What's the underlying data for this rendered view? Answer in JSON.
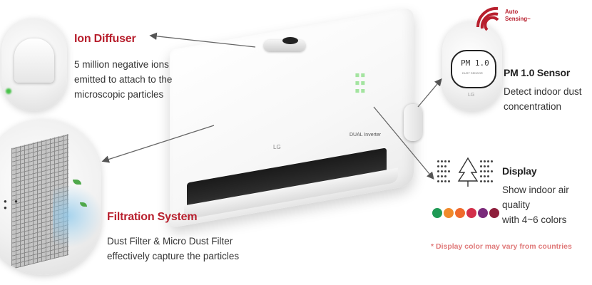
{
  "features": {
    "ion_diffuser": {
      "title": "Ion Diffuser",
      "desc_lines": [
        "5 million negative ions",
        "emitted to attach to the",
        "microscopic particles"
      ]
    },
    "filtration": {
      "title": "Filtration System",
      "desc_lines": [
        "Dust Filter & Micro Dust Filter",
        "effectively capture the particles"
      ]
    },
    "pm_sensor": {
      "title": "PM 1.0 Sensor",
      "desc_lines": [
        "Detect indoor dust",
        "concentration"
      ],
      "badge_lines": [
        "Auto",
        "Sensing~"
      ],
      "sensor_label": "PM 1.0",
      "sensor_sub": "DUST SENSOR",
      "brand": "LG"
    },
    "display": {
      "title": "Display",
      "desc_lines": [
        "Show indoor air quality",
        "with 4~6 colors"
      ],
      "colors": [
        "#1f9a55",
        "#f08a2b",
        "#f06a2c",
        "#d32f4a",
        "#7a2a7a",
        "#8e1f3c"
      ]
    }
  },
  "unit": {
    "model_text": "DUAL Inverter",
    "brand": "LG"
  },
  "footnote": "* Display color may vary from countries"
}
